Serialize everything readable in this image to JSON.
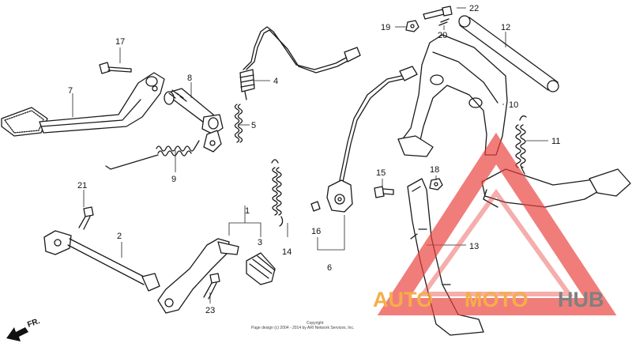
{
  "diagram": {
    "callouts": [
      {
        "id": "1",
        "label": "1"
      },
      {
        "id": "2",
        "label": "2"
      },
      {
        "id": "3",
        "label": "3"
      },
      {
        "id": "4",
        "label": "4"
      },
      {
        "id": "5",
        "label": "5"
      },
      {
        "id": "6",
        "label": "6"
      },
      {
        "id": "7",
        "label": "7"
      },
      {
        "id": "8",
        "label": "8"
      },
      {
        "id": "9",
        "label": "9"
      },
      {
        "id": "10",
        "label": "10"
      },
      {
        "id": "11",
        "label": "11"
      },
      {
        "id": "12",
        "label": "12"
      },
      {
        "id": "13",
        "label": "13"
      },
      {
        "id": "14",
        "label": "14"
      },
      {
        "id": "15",
        "label": "15"
      },
      {
        "id": "16",
        "label": "16"
      },
      {
        "id": "17",
        "label": "17"
      },
      {
        "id": "18",
        "label": "18"
      },
      {
        "id": "19",
        "label": "19"
      },
      {
        "id": "20",
        "label": "20"
      },
      {
        "id": "21",
        "label": "21"
      },
      {
        "id": "22",
        "label": "22"
      },
      {
        "id": "23",
        "label": "23"
      }
    ],
    "direction_label": "FR.",
    "copyright_line1": "Copyright",
    "copyright_line2": "Page design (c) 2004 - 2014 by ARI Network Services, Inc."
  },
  "watermark": {
    "text_auto": "AUTO",
    "text_moto": "MOTO",
    "text_hub": "HUB",
    "colors": {
      "red": "#e8413c",
      "orange": "#f4a12a",
      "gray": "#6b6b6b"
    }
  }
}
